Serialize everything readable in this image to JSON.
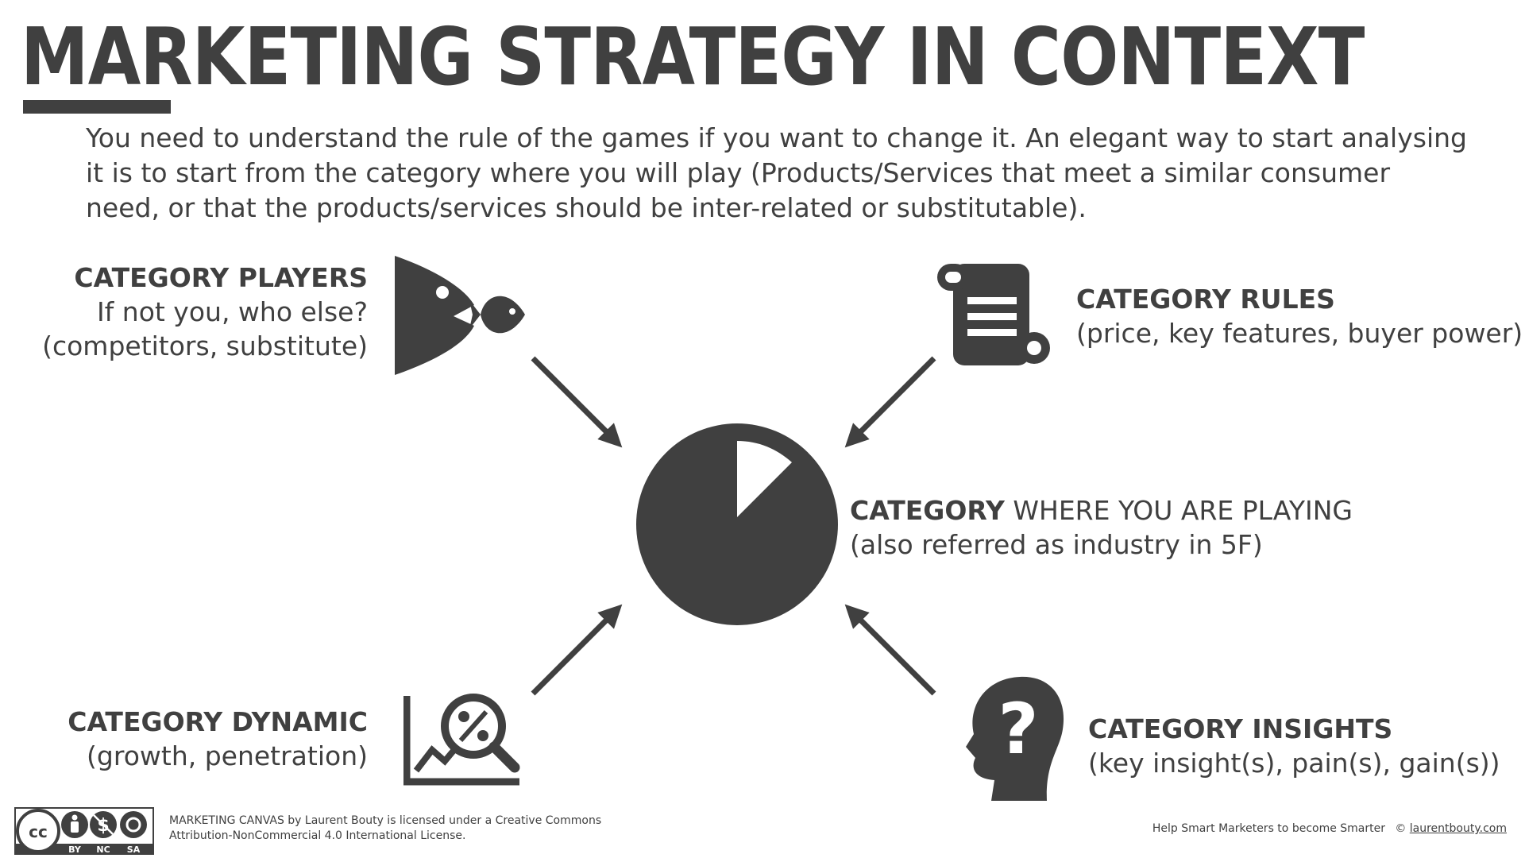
{
  "title": "MARKETING STRATEGY IN CONTEXT",
  "intro": "You need to understand the rule of the games if you want to change it. An elegant way to start analysing it is to start from the category where you will play (Products/Services that meet a similar consumer need, or that the products/services should be inter-related or substitutable).",
  "players": {
    "heading": "CATEGORY PLAYERS",
    "line1": "If not you, who else?",
    "line2": "(competitors, substitute)",
    "icon": "fish-eating-fish-icon"
  },
  "rules": {
    "heading": "CATEGORY RULES",
    "line1": "(price, key features, buyer power)",
    "icon": "scroll-icon"
  },
  "center": {
    "heading": "CATEGORY",
    "heading_rest": " WHERE YOU ARE PLAYING",
    "line1": "(also referred as industry in 5F)",
    "icon": "pie-slice-icon"
  },
  "dynamic": {
    "heading": "CATEGORY DYNAMIC",
    "line1": "(growth, penetration)",
    "icon": "chart-magnifier-percent-icon"
  },
  "insights": {
    "heading": "CATEGORY INSIGHTS",
    "line1": "(key insight(s), pain(s), gain(s))",
    "icon": "head-question-icon"
  },
  "footer": {
    "cc_labels": [
      "BY",
      "NC",
      "SA"
    ],
    "license_line1": "MARKETING CANVAS by Laurent Bouty is licensed under a Creative Commons",
    "license_line2": "Attribution-NonCommercial 4.0 International License.",
    "tagline": "Help Smart Marketers to become Smarter",
    "copyright": "©",
    "site": "laurentbouty.com"
  },
  "colors": {
    "ink": "#404040",
    "background": "#ffffff"
  }
}
